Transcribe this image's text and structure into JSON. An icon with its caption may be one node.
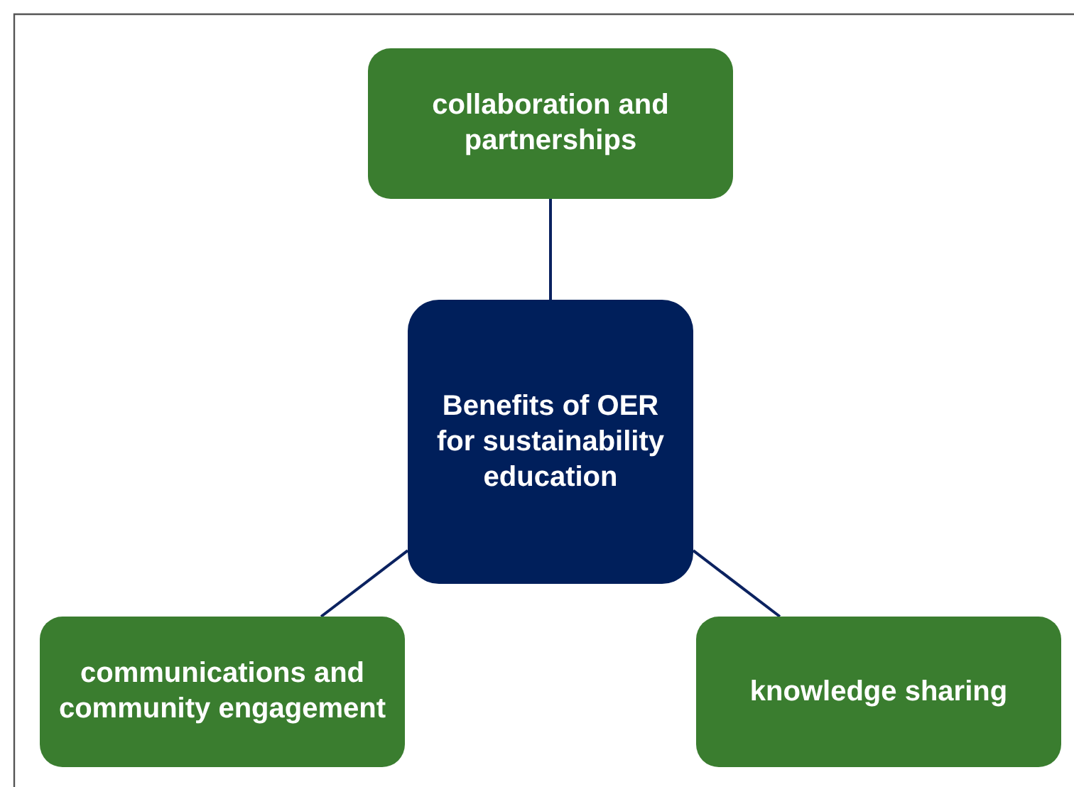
{
  "diagram": {
    "nodes": [
      {
        "text": [
          "Benefits of OER for sustainability education"
        ]
      },
      {
        "text": [
          "collaboration and partnerships"
        ]
      },
      {
        "text": [
          "communications and community engagement"
        ]
      },
      {
        "text": [
          "knowledge sharing"
        ]
      }
    ],
    "edges": [
      {
        "from": 0,
        "to": 1,
        "arrow": "none"
      },
      {
        "from": 0,
        "to": 2,
        "arrow": "none"
      },
      {
        "from": 0,
        "to": 3,
        "arrow": "none"
      }
    ]
  }
}
